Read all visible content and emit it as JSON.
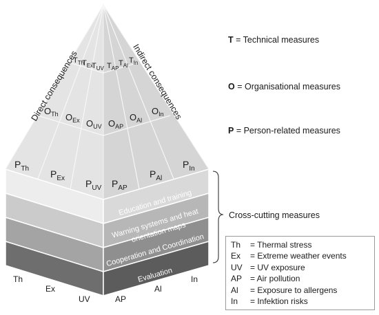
{
  "legend": [
    {
      "letter": "T",
      "text": " = Technical measures"
    },
    {
      "letter": "O",
      "text": " = Organisational measures"
    },
    {
      "letter": "P",
      "text": " = Person-related measures"
    }
  ],
  "pyramid": {
    "left_face_title": "Direct consequences",
    "right_face_title": "Indirect consequences",
    "t_row": [
      {
        "base": "T",
        "sub": "Th"
      },
      {
        "base": "T",
        "sub": "Ex"
      },
      {
        "base": "T",
        "sub": "UV"
      },
      {
        "base": "T",
        "sub": "AP"
      },
      {
        "base": "T",
        "sub": "Al"
      },
      {
        "base": "T",
        "sub": "In"
      }
    ],
    "o_row": [
      {
        "base": "O",
        "sub": "Th"
      },
      {
        "base": "O",
        "sub": "Ex"
      },
      {
        "base": "O",
        "sub": "UV"
      },
      {
        "base": "O",
        "sub": "AP"
      },
      {
        "base": "O",
        "sub": "Al"
      },
      {
        "base": "O",
        "sub": "In"
      }
    ],
    "p_row": [
      {
        "base": "P",
        "sub": "Th"
      },
      {
        "base": "P",
        "sub": "Ex"
      },
      {
        "base": "P",
        "sub": "UV"
      },
      {
        "base": "P",
        "sub": "AP"
      },
      {
        "base": "P",
        "sub": "Al"
      },
      {
        "base": "P",
        "sub": "In"
      }
    ]
  },
  "layers": [
    {
      "label": "Education and training",
      "color": "#d9d9d9",
      "side_color": "#ececec"
    },
    {
      "label": "Warning systems and heat orientation maps",
      "line1": "Warning systems and heat",
      "line2": "orientation maps",
      "color": "#b7b7b7",
      "side_color": "#c9c9c9"
    },
    {
      "label": "Cooperation and Coordination",
      "color": "#8f8f8f",
      "side_color": "#a3a3a3"
    },
    {
      "label": "Evaluation",
      "color": "#5c5c5c",
      "side_color": "#6e6e6e"
    }
  ],
  "base_labels": [
    "Th",
    "Ex",
    "UV",
    "AP",
    "Al",
    "In"
  ],
  "cross_cutting_label": "Cross-cutting measures",
  "abbreviations": [
    {
      "code": "Th",
      "text": "= Thermal stress"
    },
    {
      "code": "Ex",
      "text": "= Extreme weather events"
    },
    {
      "code": "UV",
      "text": "= UV exposure"
    },
    {
      "code": "AP",
      "text": "= Air pollution"
    },
    {
      "code": "Al",
      "text": "= Exposure to allergens"
    },
    {
      "code": "In",
      "text": "= Infektion risks"
    }
  ]
}
